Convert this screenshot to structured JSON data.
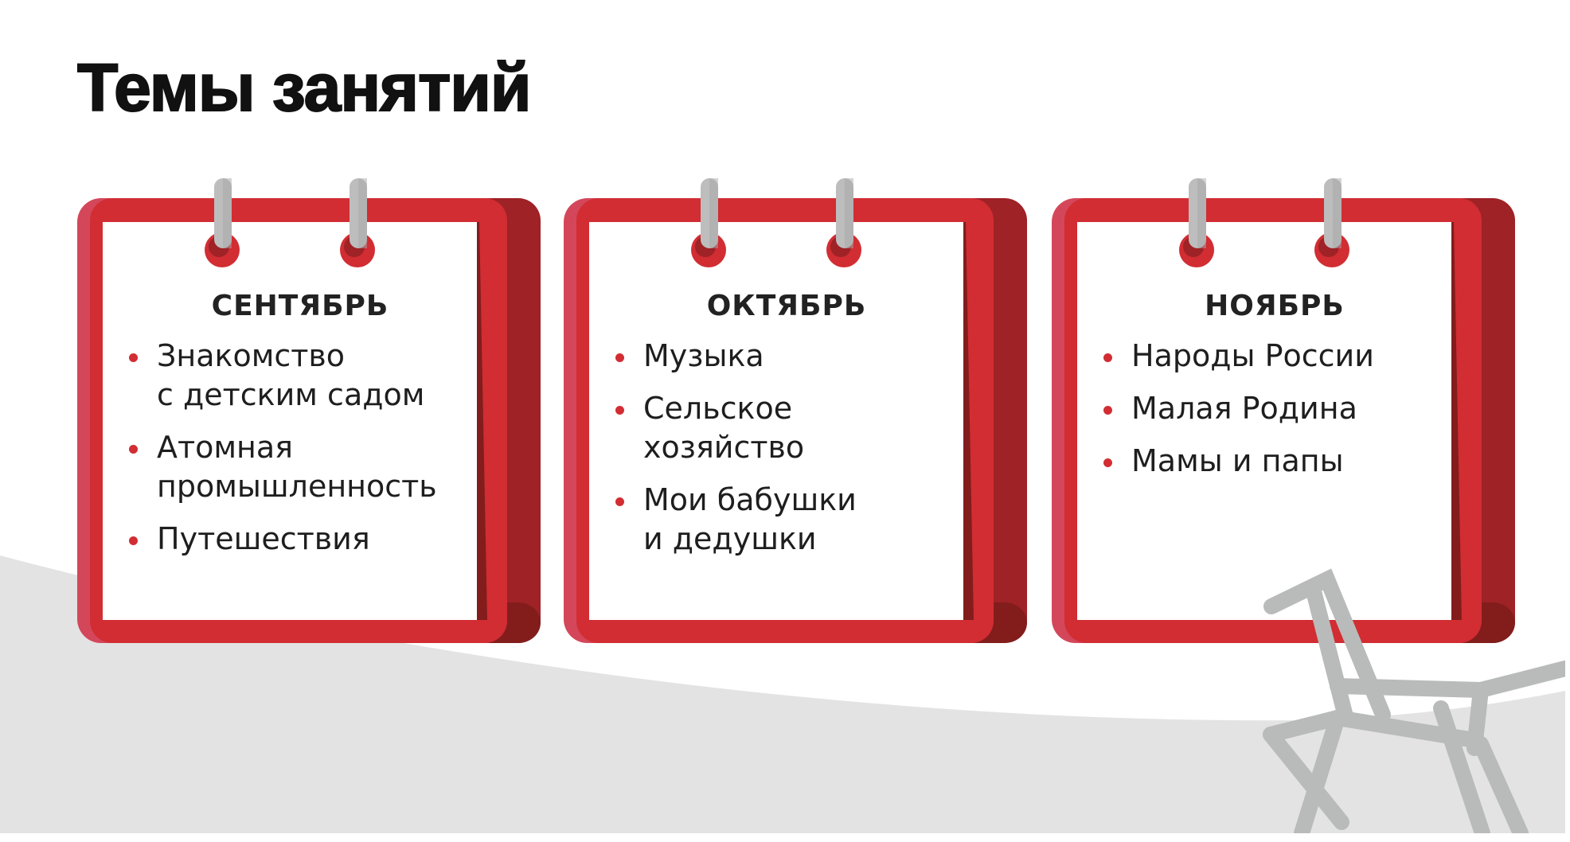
{
  "title": "Темы занятий",
  "colors": {
    "red": "#d12d33",
    "dark_red": "#9e2226",
    "darker_red": "#821d1c",
    "pink": "#d4475a",
    "ring": "#bdbdbd",
    "floor": "#e3e3e3",
    "chair": "#b9bbba"
  },
  "cards": [
    {
      "month": "СЕНТЯБРЬ",
      "items": [
        "Знакомство\nс детским садом",
        "Атомная\nпромышленность",
        "Путешествия"
      ]
    },
    {
      "month": "ОКТЯБРЬ",
      "items": [
        "Музыка",
        "Сельское\nхозяйство",
        "Мои бабушки\nи дедушки"
      ]
    },
    {
      "month": "НОЯБРЬ",
      "items": [
        "Народы России",
        "Малая Родина",
        "Мамы и папы"
      ]
    }
  ]
}
